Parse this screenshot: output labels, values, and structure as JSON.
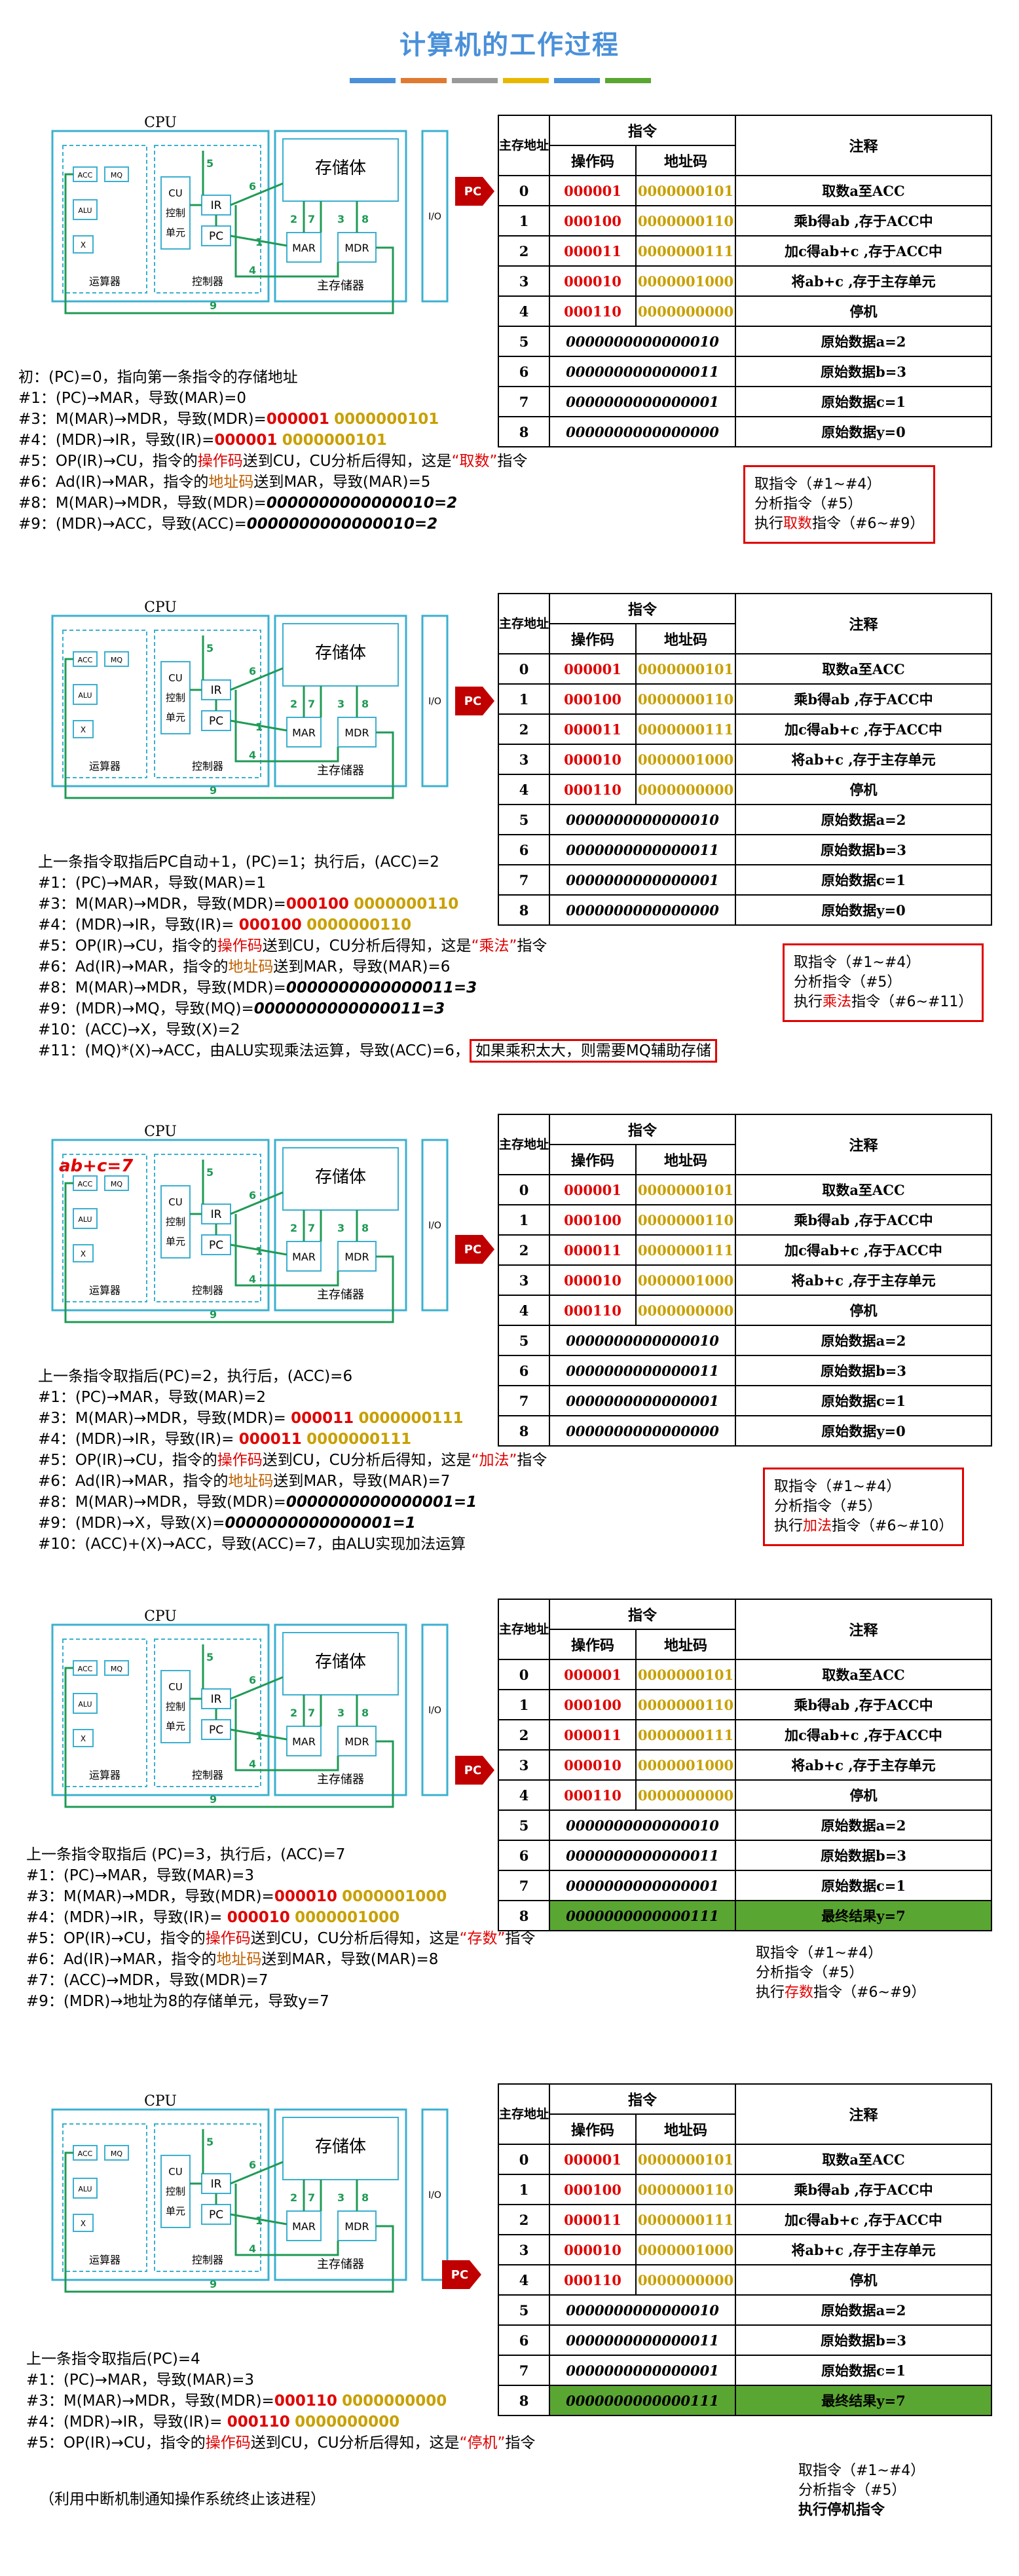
{
  "title": "计算机的工作过程",
  "title_bar_colors": [
    "#4a90d9",
    "#e07a30",
    "#999999",
    "#e8b800",
    "#4a90d9",
    "#5aa632"
  ],
  "diagram_labels": {
    "cpu": "CPU",
    "acc": "ACC",
    "mq": "MQ",
    "alu": "ALU",
    "x": "X",
    "alu_unit": "运算器",
    "cu": "CU",
    "cu_sub1": "控制",
    "cu_sub2": "单元",
    "ir": "IR",
    "pc": "PC",
    "controller": "控制器",
    "storage": "存储体",
    "mar": "MAR",
    "mdr": "MDR",
    "main_memory": "主存储器",
    "io": "I/O",
    "pc_tag": "PC"
  },
  "table": {
    "col_addr": "主存地址",
    "col_instr": "指令",
    "col_op": "操作码",
    "col_ad": "地址码",
    "col_note": "注释",
    "rows": [
      {
        "addr": "0",
        "op": "000001",
        "ad": "0000000101",
        "note": "取数a至ACC"
      },
      {
        "addr": "1",
        "op": "000100",
        "ad": "0000000110",
        "note": "乘b得ab ,存于ACC中"
      },
      {
        "addr": "2",
        "op": "000011",
        "ad": "0000000111",
        "note": "加c得ab+c ,存于ACC中"
      },
      {
        "addr": "3",
        "op": "000010",
        "ad": "0000001000",
        "note": "将ab+c ,存于主存单元"
      },
      {
        "addr": "4",
        "op": "000110",
        "ad": "0000000000",
        "note": "停机"
      },
      {
        "addr": "5",
        "data": "0000000000000010",
        "note": "原始数据a=2"
      },
      {
        "addr": "6",
        "data": "0000000000000011",
        "note": "原始数据b=3"
      },
      {
        "addr": "7",
        "data": "0000000000000001",
        "note": "原始数据c=1"
      },
      {
        "addr": "8",
        "data": "0000000000000000",
        "note": "原始数据y=0"
      }
    ],
    "final_row": {
      "addr": "8",
      "data": "0000000000000111",
      "note": "最终结果y=7"
    }
  },
  "sections": [
    {
      "steps": [
        "初：(PC)=0，指向第一条指令的存储地址",
        "#1：(PC)→MAR，导致(MAR)=0",
        "#3：M(MAR)→MDR，导致(MDR)=",
        "#4：(MDR)→IR，导致(IR)=",
        "#5：OP(IR)→CU，指令的",
        "#6：Ad(IR)→MAR，指令的",
        "#8：M(MAR)→MDR，导致(MDR)=",
        "#9：(MDR)→ACC，导致(ACC)="
      ],
      "op_code": "000001",
      "ad_code": "0000000101",
      "op_word": "操作码",
      "ad_word": "地址码",
      "s5_rest": "送到CU，CU分析后得知，这是",
      "s5_kind": "“取数”",
      "s5_tail": "指令",
      "s6_rest": "送到MAR，导致(MAR)=5",
      "s8_val": "0000000000000010=2",
      "s9_val": "0000000000000010=2",
      "note": [
        "取指令（#1~#4）",
        "分析指令（#5）",
        "执行",
        "取数",
        "指令（#6~#9）"
      ]
    },
    {
      "steps": [
        "上一条指令取指后PC自动+1，(PC)=1；执行后，(ACC)=2",
        "#1：(PC)→MAR，导致(MAR)=1",
        "#3：M(MAR)→MDR，导致(MDR)=",
        "#4：(MDR)→IR，导致(IR)= ",
        "#5：OP(IR)→CU，指令的",
        "#6：Ad(IR)→MAR，指令的",
        "#8：M(MAR)→MDR，导致(MDR)=",
        "#9：(MDR)→MQ，导致(MQ)=",
        "#10：(ACC)→X，导致(X)=2",
        "#11：(MQ)*(X)→ACC，由ALU实现乘法运算，导致(ACC)=6，"
      ],
      "op_code": "000100",
      "ad_code": "0000000110",
      "s5_kind": "“乘法”",
      "s6_rest": "送到MAR，导致(MAR)=6",
      "s8_val": "0000000000000011=3",
      "s9_val": "0000000000000011=3",
      "box_text": "如果乘积太大，则需要MQ辅助存储",
      "note": [
        "取指令（#1~#4）",
        "分析指令（#5）",
        "执行",
        "乘法",
        "指令（#6~#11）"
      ]
    },
    {
      "steps": [
        "上一条指令取指后(PC)=2，执行后，(ACC)=6",
        "#1：(PC)→MAR，导致(MAR)=2",
        "#3：M(MAR)→MDR，导致(MDR)= ",
        "#4：(MDR)→IR，导致(IR)= ",
        "#5：OP(IR)→CU，指令的",
        "#6：Ad(IR)→MAR，指令的",
        "#8：M(MAR)→MDR，导致(MDR)=",
        "#9：(MDR)→X，导致(X)=",
        "#10：(ACC)+(X)→ACC，导致(ACC)=7，由ALU实现加法运算"
      ],
      "op_code": "000011",
      "ad_code": "0000000111",
      "s5_kind": "“加法”",
      "s6_rest": "送到MAR，导致(MAR)=7",
      "s8_val": "0000000000000001=1",
      "s9_val": "0000000000000001=1",
      "annot": "ab+c=7",
      "note": [
        "取指令（#1~#4）",
        "分析指令（#5）",
        "执行",
        "加法",
        "指令（#6~#10）"
      ]
    },
    {
      "steps": [
        "上一条指令取指后 (PC)=3，执行后，(ACC)=7",
        "#1：(PC)→MAR，导致(MAR)=3",
        "#3：M(MAR)→MDR，导致(MDR)=",
        "#4：(MDR)→IR，导致(IR)= ",
        "#5：OP(IR)→CU，指令的",
        "#6：Ad(IR)→MAR，指令的",
        "#7：(ACC)→MDR，导致(MDR)=7",
        "#9：(MDR)→地址为8的存储单元，导致y=7"
      ],
      "op_code": "000010",
      "ad_code": "0000001000",
      "s5_kind": "“存数”",
      "s6_rest": "送到MAR，导致(MAR)=8",
      "note": [
        "取指令（#1~#4）",
        "分析指令（#5）",
        "执行",
        "存数",
        "指令（#6~#9）"
      ]
    },
    {
      "steps": [
        "上一条指令取指后(PC)=4",
        "#1：(PC)→MAR，导致(MAR)=3",
        "#3：M(MAR)→MDR，导致(MDR)=",
        "#4：(MDR)→IR，导致(IR)= ",
        "#5：OP(IR)→CU，指令的"
      ],
      "op_code": "000110",
      "ad_code": "0000000000",
      "s5_kind": "“停机”",
      "foot": "（利用中断机制通知操作系统终止该进程）",
      "note": [
        "取指令（#1~#4）",
        "分析指令（#5）",
        "执行停机指令"
      ]
    }
  ]
}
